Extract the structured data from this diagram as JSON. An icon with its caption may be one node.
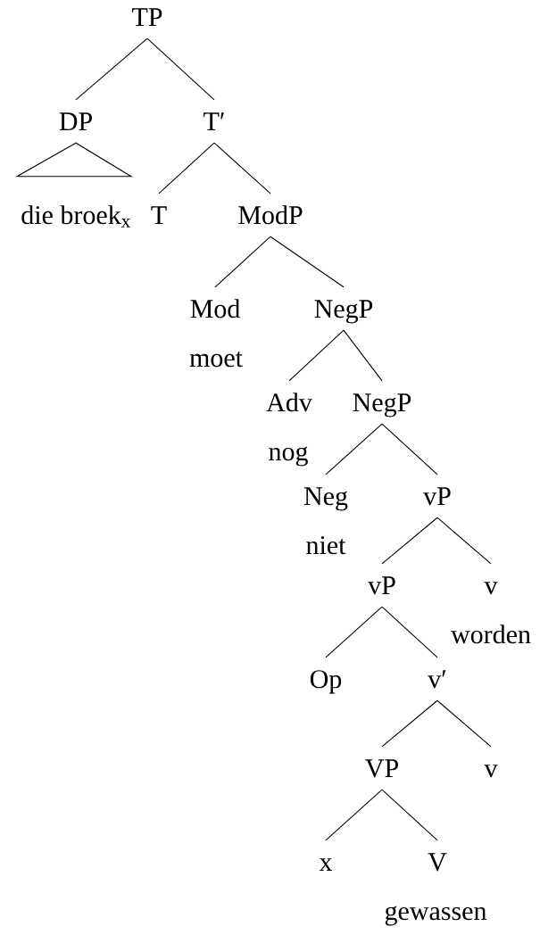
{
  "diagram": {
    "nodes": [
      {
        "text": [
          "TP"
        ]
      },
      {
        "text": [
          "DP"
        ]
      },
      {
        "text": [
          "T′"
        ]
      },
      {
        "text": [
          "die broek$_{x}$"
        ]
      },
      {
        "text": [
          "T"
        ]
      },
      {
        "text": [
          "ModP"
        ]
      },
      {
        "text": [
          "Mod"
        ],
        "beside": [
          "moet"
        ]
      },
      {
        "text": [
          "NegP"
        ]
      },
      {
        "text": [
          "Adv"
        ],
        "beside": [
          "nog"
        ]
      },
      {
        "text": [
          "NegP"
        ]
      },
      {
        "text": [
          "Neg"
        ],
        "beside": [
          "niet"
        ]
      },
      {
        "text": [
          "vP"
        ]
      },
      {
        "text": [
          "vP"
        ]
      },
      {
        "text": [
          "v"
        ],
        "beside": [
          "worden"
        ]
      },
      {
        "text": [
          "Op"
        ]
      },
      {
        "text": [
          "v′"
        ]
      },
      {
        "text": [
          "VP"
        ]
      },
      {
        "text": [
          "v"
        ]
      },
      {
        "text": [
          "x"
        ]
      },
      {
        "text": [
          "V"
        ],
        "beside": [
          "gewassen"
        ]
      }
    ],
    "edges": [
      {
        "from": 0,
        "to": 1,
        "arrow": "none"
      },
      {
        "from": 0,
        "to": 2,
        "arrow": "none"
      },
      {
        "from": 1,
        "to": 3,
        "arrow": "none"
      },
      {
        "from": 2,
        "to": 4,
        "arrow": "none"
      },
      {
        "from": 2,
        "to": 5,
        "arrow": "none"
      },
      {
        "from": 5,
        "to": 6,
        "arrow": "none"
      },
      {
        "from": 5,
        "to": 7,
        "arrow": "none"
      },
      {
        "from": 7,
        "to": 8,
        "arrow": "none"
      },
      {
        "from": 7,
        "to": 9,
        "arrow": "none"
      },
      {
        "from": 9,
        "to": 10,
        "arrow": "none"
      },
      {
        "from": 9,
        "to": 11,
        "arrow": "none"
      },
      {
        "from": 11,
        "to": 12,
        "arrow": "none"
      },
      {
        "from": 11,
        "to": 13,
        "arrow": "none"
      },
      {
        "from": 12,
        "to": 14,
        "arrow": "none"
      },
      {
        "from": 12,
        "to": 15,
        "arrow": "none"
      },
      {
        "from": 15,
        "to": 16,
        "arrow": "none"
      },
      {
        "from": 15,
        "to": 17,
        "arrow": "none"
      },
      {
        "from": 16,
        "to": 18,
        "arrow": "none"
      },
      {
        "from": 16,
        "to": 19,
        "arrow": "none"
      }
    ]
  }
}
